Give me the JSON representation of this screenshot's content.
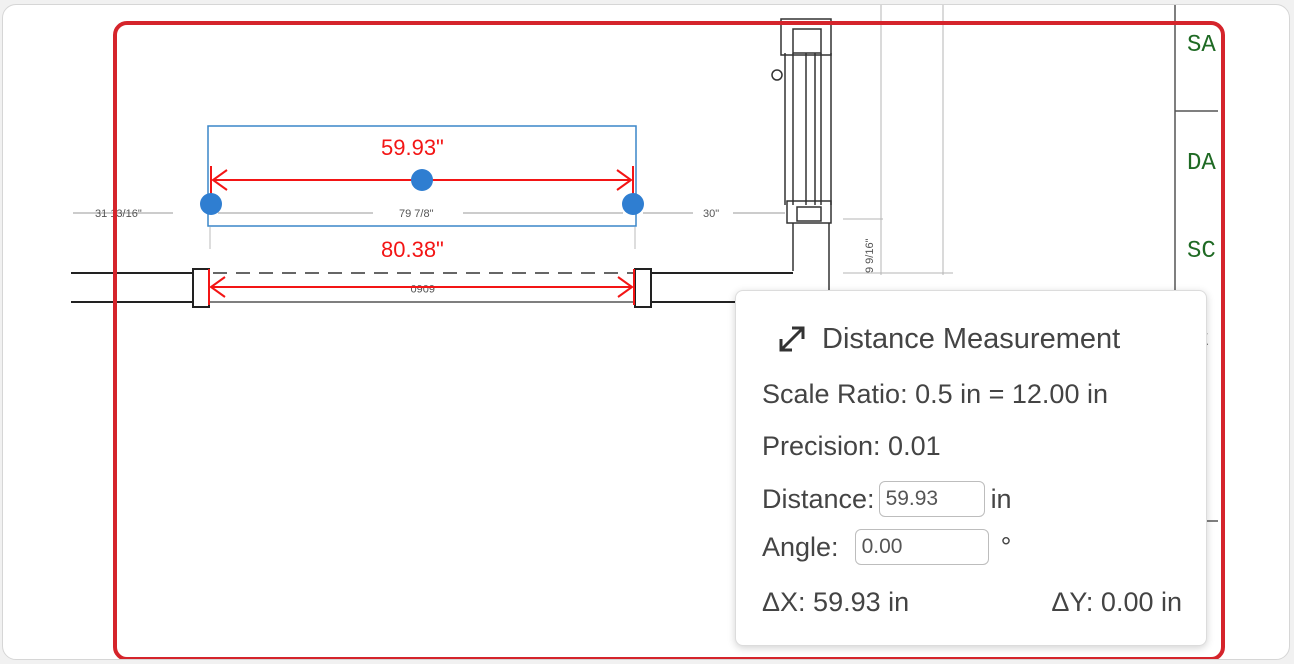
{
  "drawing": {
    "title_block": [
      "SA",
      "DA",
      "SC",
      "RE"
    ],
    "dims": {
      "left": "31 13/16\"",
      "middle": "79 7/8\"",
      "right": "30\"",
      "vertical": "9 9/16\"",
      "door_tag": "6060"
    },
    "measurements": {
      "top": "59.93\"",
      "bottom": "80.38\""
    },
    "colors": {
      "measurement": "#f31515",
      "handle": "#2f7ed1",
      "selection": "#3a86c8",
      "highlight": "#d5242b",
      "title_block_text": "#1f6a24"
    }
  },
  "panel": {
    "icon": "diagonal-arrow-icon",
    "title": "Distance Measurement",
    "scale_ratio": "Scale Ratio: 0.5 in = 12.00 in",
    "precision": "Precision: 0.01",
    "distance_label": "Distance:",
    "distance_value": "59.93",
    "distance_unit": "in",
    "angle_label": "Angle:",
    "angle_value": "0.00",
    "angle_unit": "°",
    "delta_x": "ΔX: 59.93 in",
    "delta_y": "ΔY: 0.00 in"
  }
}
